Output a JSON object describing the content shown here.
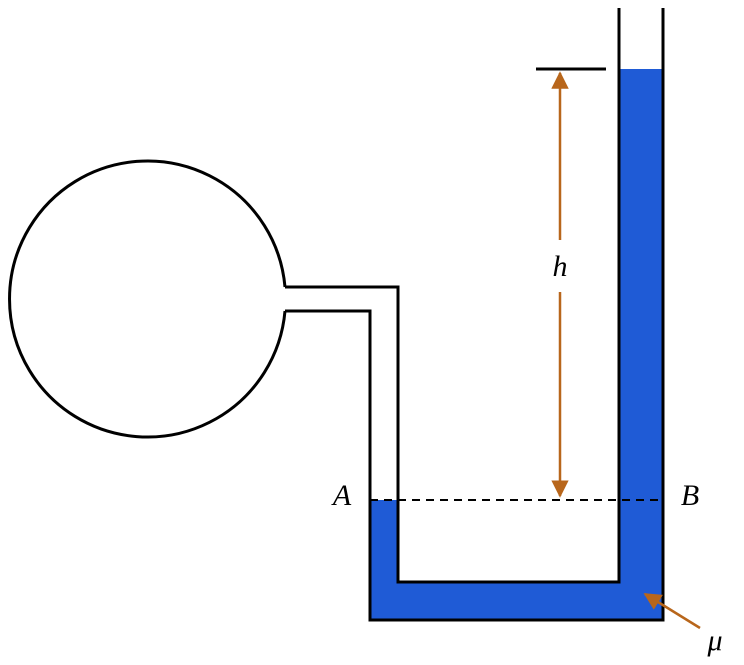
{
  "labels": {
    "point_a": "A",
    "point_b": "B",
    "height": "h",
    "liquid": "μ"
  },
  "colors": {
    "liquid": "#1f5bd6",
    "arrow": "#b8661b",
    "outline": "#000000",
    "dashed_line": "#000000"
  }
}
